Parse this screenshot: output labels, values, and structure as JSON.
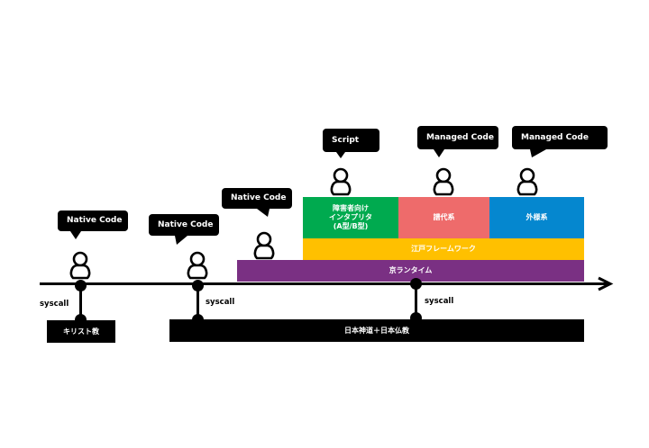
{
  "colors": {
    "green": "#00AA4F",
    "salmon": "#EE6B6B",
    "blue": "#0587CF",
    "yellow": "#FFC000",
    "purple": "#7A3083",
    "black": "#000000"
  },
  "bubbles": [
    {
      "id": "native-code-1",
      "text": "Native Code"
    },
    {
      "id": "native-code-2",
      "text": "Native Code"
    },
    {
      "id": "native-code-3",
      "text": "Native Code"
    },
    {
      "id": "script",
      "text": "Script"
    },
    {
      "id": "managed-code-1",
      "text": "Managed Code"
    },
    {
      "id": "managed-code-2",
      "text": "Managed Code"
    }
  ],
  "blocks": {
    "interpreter": "障害者向け\nインタプリタ\n(A型/B型)",
    "fudai": "譜代系",
    "tozama": "外様系",
    "edo_framework": "江戸フレームワーク",
    "kyo_runtime": "京ランタイム",
    "christianity": "キリスト教",
    "shinto_buddhism": "日本神道＋日本仏教"
  },
  "syscall_labels": [
    "syscall",
    "syscall",
    "syscall"
  ]
}
